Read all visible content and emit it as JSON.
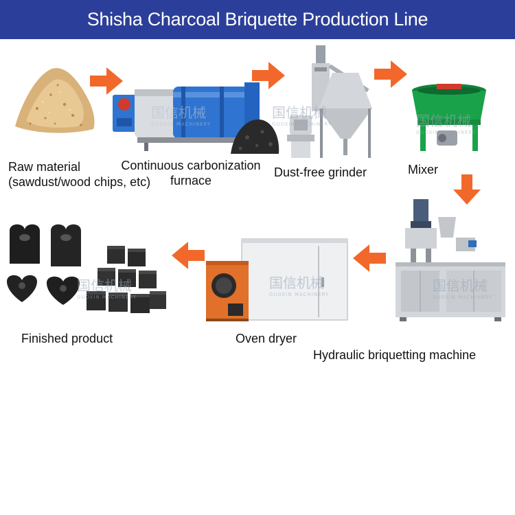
{
  "title": "Shisha Charcoal Briquette Production Line",
  "colors": {
    "title_bar": "#2b3f9a",
    "arrow": "#f2682a",
    "machine_blue": "#2f74d0",
    "steel": "#c9ccd0",
    "mixer_green": "#1aa24a",
    "dryer_orange": "#e0702a",
    "charcoal": "#2a2a2a",
    "sawdust": "#d9b27a"
  },
  "watermark": {
    "cn_text": "国信机械",
    "en_text": "GUOXIN MACHINERY"
  },
  "steps": [
    {
      "id": "raw",
      "label_line1": "Raw material",
      "label_line2": "(sawdust/wood chips, etc)"
    },
    {
      "id": "carbonization",
      "label_line1": "Continuous carbonization",
      "label_line2": "furnace"
    },
    {
      "id": "grinder",
      "label_line1": "Dust-free grinder",
      "label_line2": ""
    },
    {
      "id": "mixer",
      "label_line1": "Mixer",
      "label_line2": ""
    },
    {
      "id": "press",
      "label_line1": "Hydraulic briquetting machine",
      "label_line2": ""
    },
    {
      "id": "dryer",
      "label_line1": "Oven dryer",
      "label_line2": ""
    },
    {
      "id": "product",
      "label_line1": "Finished product",
      "label_line2": ""
    }
  ]
}
